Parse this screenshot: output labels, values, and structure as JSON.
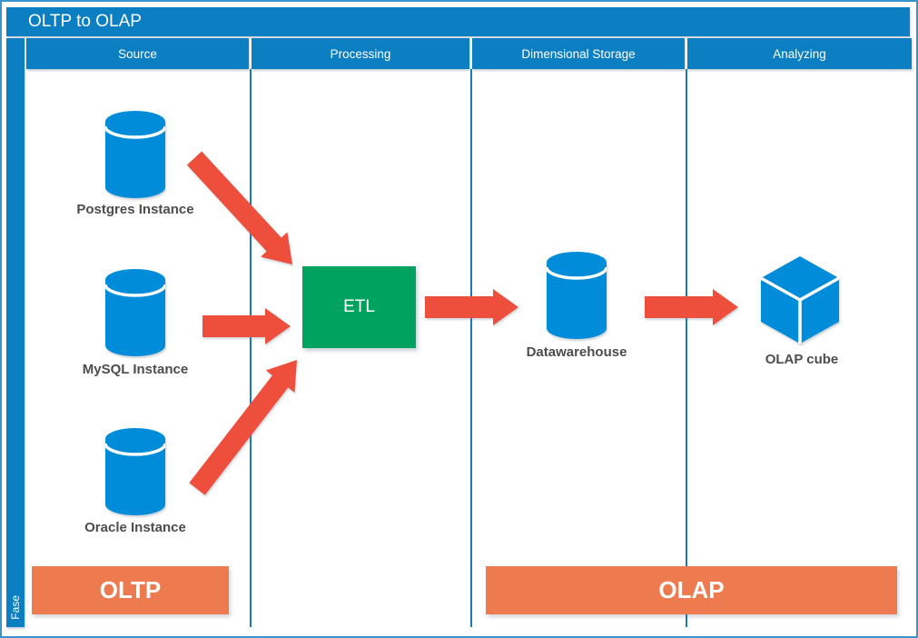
{
  "title": "OLTP to OLAP",
  "phase_label": "Fase",
  "lanes": [
    {
      "label": "Source"
    },
    {
      "label": "Processing"
    },
    {
      "label": "Dimensional Storage"
    },
    {
      "label": "Analyzing"
    }
  ],
  "nodes": {
    "postgres": {
      "label": "Postgres Instance",
      "icon": "database-cylinder-icon"
    },
    "mysql": {
      "label": "MySQL Instance",
      "icon": "database-cylinder-icon"
    },
    "oracle": {
      "label": "Oracle Instance",
      "icon": "database-cylinder-icon"
    },
    "etl": {
      "label": "ETL"
    },
    "datawarehouse": {
      "label": "Datawarehouse",
      "icon": "database-cylinder-icon"
    },
    "olap_cube": {
      "label": "OLAP cube",
      "icon": "cube-icon"
    }
  },
  "banners": {
    "oltp": {
      "label": "OLTP"
    },
    "olap": {
      "label": "OLAP"
    }
  },
  "connectors": [
    "postgres-to-etl",
    "mysql-to-etl",
    "oracle-to-etl",
    "etl-to-datawarehouse",
    "datawarehouse-to-olap-cube"
  ],
  "colors": {
    "blue_header": "#0c7fc2",
    "blue_shape": "#008cd9",
    "green_etl": "#00a25f",
    "red_arrow": "#ee4f3d",
    "orange_banner": "#ee7a4f",
    "label_text": "#4d4d4d",
    "lane_line": "#1779be",
    "border_blue": "#3b93cd"
  }
}
